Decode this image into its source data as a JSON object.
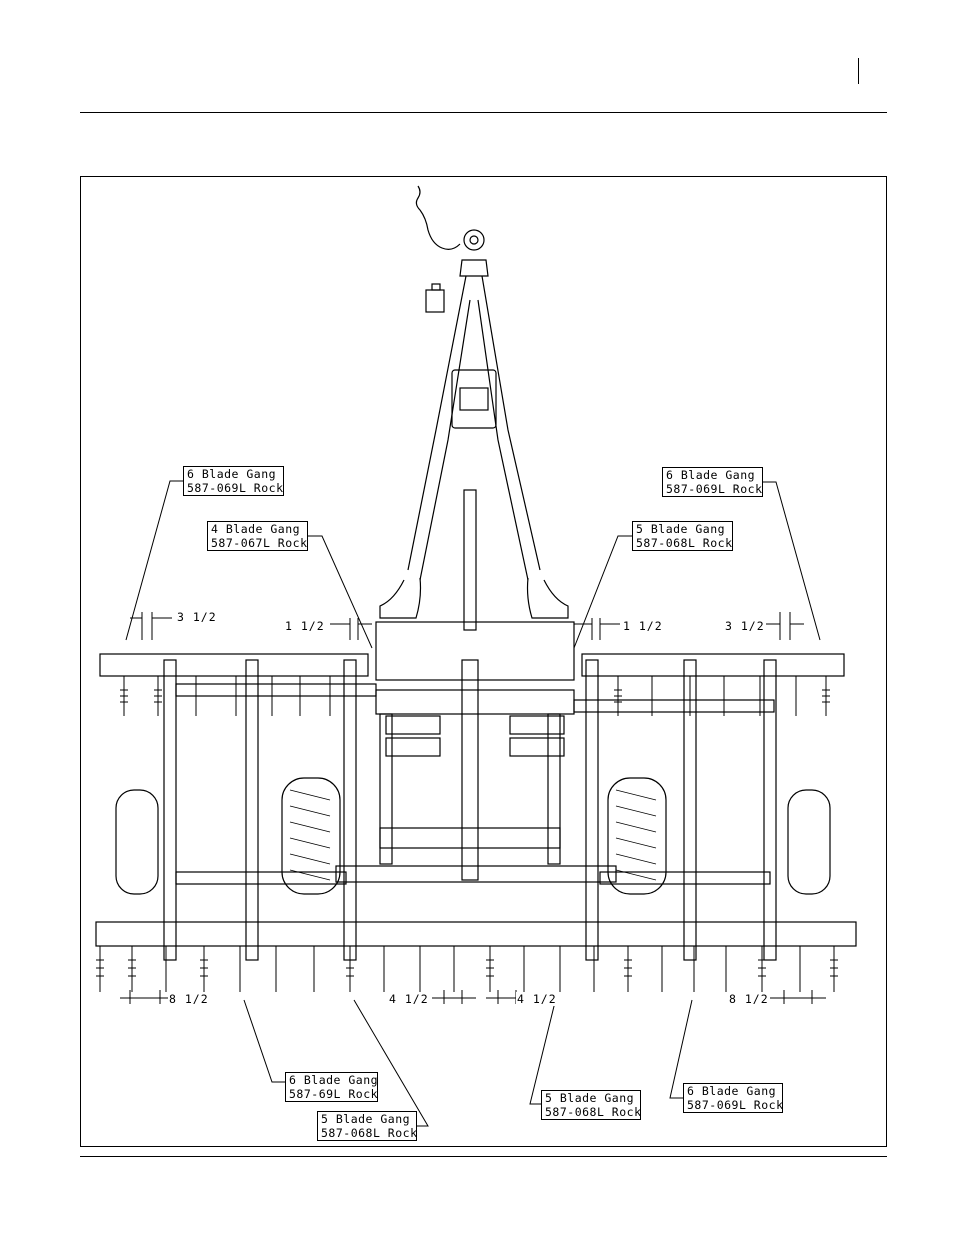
{
  "callouts": {
    "top_left_6": {
      "line1": "6 Blade Gang",
      "line2": "587-069L Rock"
    },
    "top_right_6": {
      "line1": "6 Blade Gang",
      "line2": "587-069L Rock"
    },
    "mid_left_4": {
      "line1": "4 Blade Gang",
      "line2": "587-067L Rock"
    },
    "mid_right_5": {
      "line1": "5 Blade Gang",
      "line2": "587-068L Rock"
    },
    "bot_left_6": {
      "line1": "6 Blade Gang",
      "line2": "587-69L Rock"
    },
    "bot_center_left_5": {
      "line1": "5 Blade Gang",
      "line2": "587-068L Rock"
    },
    "bot_center_right_5": {
      "line1": "5 Blade Gang",
      "line2": "587-068L Rock"
    },
    "bot_right_6": {
      "line1": "6 Blade Gang",
      "line2": "587-069L Rock"
    }
  },
  "dimensions": {
    "top_left_outer": "3 1/2",
    "top_left_inner": "1 1/2",
    "top_right_inner": "1 1/2",
    "top_right_outer": "3 1/2",
    "bottom_left_outer": "8 1/2",
    "bottom_left_inner": "4 1/2",
    "bottom_right_inner": "4 1/2",
    "bottom_right_outer": "8 1/2"
  }
}
